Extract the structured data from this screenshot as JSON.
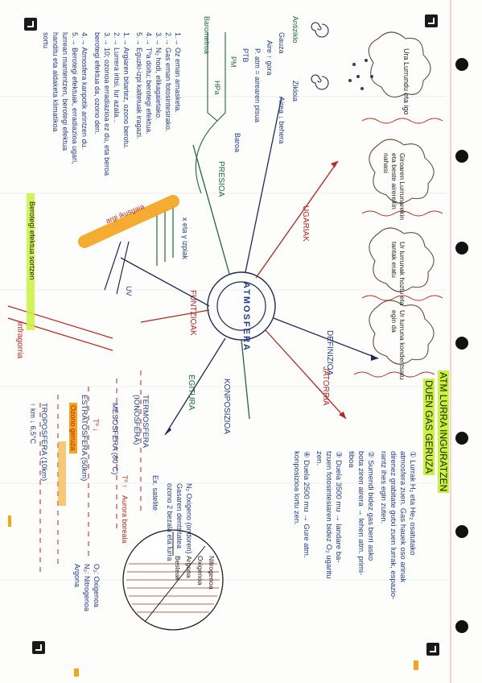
{
  "center": {
    "title": "ATMOSFERA"
  },
  "branches": {
    "definizioa": "DEFINIZIOA",
    "jatorria": "JATORRIA",
    "konposizioa": "KONPOSIZIOA",
    "egitura": "EGITURA",
    "funtzioak": "FUNTZIOAK",
    "presioa": "PRESIOA",
    "ugariak": "UGARIAK"
  },
  "definition": {
    "line1": "ATM LURRA INGURATZEN",
    "line2": "DUEN GAS GERUZA"
  },
  "jatorria_notes": [
    "① Lurrak H₂ eta He₂ osatutako",
    "atmosfera zuen. Gas hauek oso arinak",
    "direnez grabitate gutxi zuen lurrak, espazio-",
    "rantz ihes egin zuten.",
    "② Sumendi bidez gas berri asko",
    "bota ziren airera → lehen atm. primi-",
    "tiboa",
    "③ Duela 3500 mu → landare ba-",
    "tzuen fotosintesiaren bidez O₂ ugaritu",
    "zen.",
    "④ Duela 2500 mu → Gure atm.",
    "konposizioa lortu zen."
  ],
  "clouds": {
    "c1": "Ura Lurrundu eta igo",
    "c2": "Giroaren Lurrunarekin eta beste airerekin nahasi",
    "c3": "Ur lurrunak hoztu eta tantak eratu",
    "c4": "Ur lurruna kondentsatu egin da"
  },
  "pressure": {
    "antizikloia": "Antiziklo",
    "zikloia": "Zikloia",
    "balioa": "P. atm = airearen pisua",
    "ptb": "PTB",
    "pm": "PM",
    "hpa": "HPa",
    "barometroa": "Barometroa",
    "gorantz": "Aire ↑ gora",
    "beherantz": "Airea ↓ behera",
    "baroa": "Baroa",
    "gauza": "Gauza"
  },
  "left_notes": [
    "1.→ Oz eman arnasketa.",
    "2.→ Gas eman fotosintesirako.",
    "3.→ N₂ hodi, elikagaietako.",
    "4.→ Tºa doitu; berotegi efektua.",
    "5.→ Eguzki-izpi kaltetuak iragazi.",
    "1.→ Argiaren bitartez, ozono berotu.",
    "2.→ Lurrera iritsi, lur azala...",
    "3.→ 10; ozonoa erradiazioa ez du, eta beroa",
    "berotegi efektua da, ozono den.",
    "4.→ Atmosfera kanpotik arintzen du.",
    "5.→ Berotegi efektuak, erradiazioa ugari,",
    "lurrean mantentzen, berotegi efektua",
    "handitu eta aldaketa klimatikoa",
    "sortu"
  ],
  "side_labels": {
    "argi": "argi ikusgaia",
    "x_izpiak": "x eta γ izpiak",
    "uv": "UV",
    "infragorria": "infragorria",
    "berotegi": "Berotegi efektua sortzen"
  },
  "layers": {
    "exosfera": "Ex. satelite",
    "termosfera": "TERMOSFERA (IONOSFERA)",
    "termo_note": "Tº ↑",
    "aurora": "Aurora boreala",
    "mesosfera": "MESOSFERA (80°C)",
    "meso_note": "Tº ↓",
    "estratosfera": "ESTRATOSFERA (50km)",
    "ozono": "Ozono geruza",
    "troposfera": "TROPOSFERA (10km)",
    "tropo_note": "↑ km ↓ 6,5°C",
    "konposizioa_note1": "N₂ Oxigeno (ondoren)",
    "konposizioa_note2": "Gasaren dentsitatea",
    "konposizioa_note3": "ozono 2 bezala eta lurra",
    "circle_labels": [
      "Nitrogenoa",
      "Oxigenoa",
      "Argona",
      "Besteak"
    ],
    "ppm": "O₂: Oxigenoa",
    "n2": "N₂: Nitrogenoa",
    "ar": "Argona"
  },
  "colors": {
    "ink": "#1f2a5a",
    "red": "#b8241c",
    "green": "#1e6b3a",
    "highlight_green": "#c9f23a",
    "highlight_orange": "#f4a51c"
  }
}
